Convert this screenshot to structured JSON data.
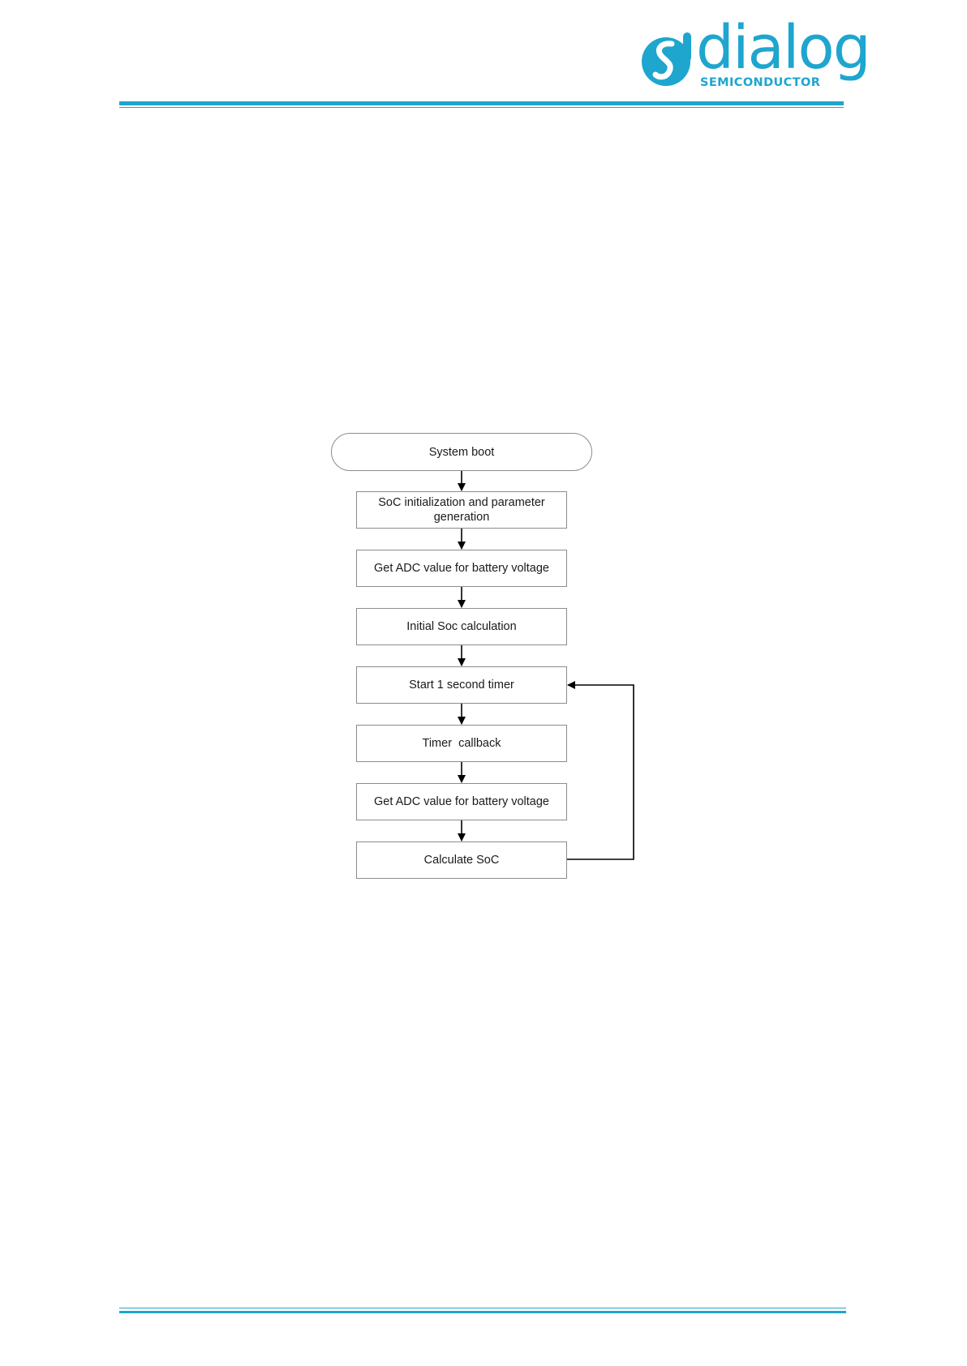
{
  "header": {
    "logo_word": "dialog",
    "logo_sub": "SEMICONDUCTOR",
    "logo_icon": "dialog-s-mark-icon"
  },
  "colors": {
    "brand": "#1ea6cf",
    "box_border": "#8c8c8c",
    "text": "#1a1a1a",
    "connector": "#000000"
  },
  "flowchart": {
    "nodes": [
      {
        "id": "boot",
        "label": "System boot",
        "shape": "terminator"
      },
      {
        "id": "init",
        "label": "SoC initialization and parameter generation",
        "shape": "process"
      },
      {
        "id": "adc1",
        "label": "Get ADC value for battery voltage",
        "shape": "process"
      },
      {
        "id": "initsoc",
        "label": "Initial Soc calculation",
        "shape": "process"
      },
      {
        "id": "timer",
        "label": "Start 1 second timer",
        "shape": "process"
      },
      {
        "id": "callback",
        "label": "Timer  callback",
        "shape": "process"
      },
      {
        "id": "adc2",
        "label": "Get ADC value for battery voltage",
        "shape": "process"
      },
      {
        "id": "calc",
        "label": "Calculate SoC",
        "shape": "process"
      }
    ],
    "edges": [
      {
        "from": "boot",
        "to": "init"
      },
      {
        "from": "init",
        "to": "adc1"
      },
      {
        "from": "adc1",
        "to": "initsoc"
      },
      {
        "from": "initsoc",
        "to": "timer"
      },
      {
        "from": "timer",
        "to": "callback"
      },
      {
        "from": "callback",
        "to": "adc2"
      },
      {
        "from": "adc2",
        "to": "calc"
      },
      {
        "from": "calc",
        "to": "timer",
        "loop": true
      }
    ]
  }
}
